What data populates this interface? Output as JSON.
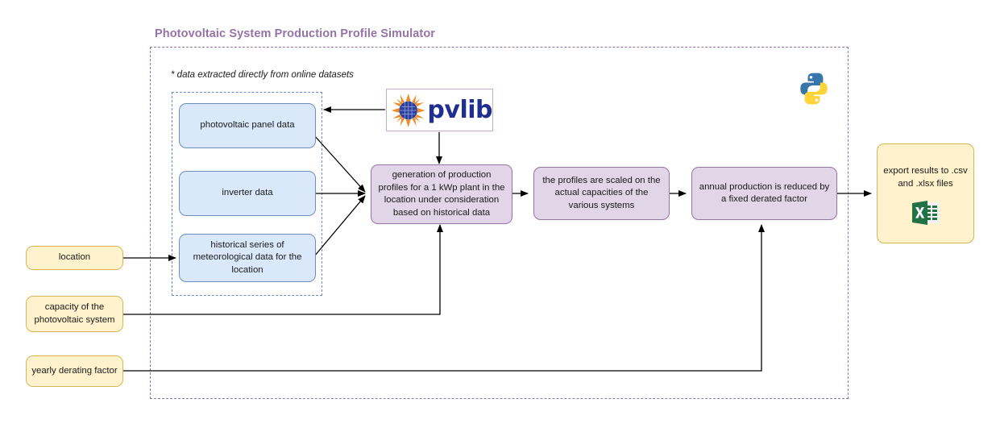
{
  "diagram": {
    "title": "Photovoltaic System Production Profile Simulator",
    "note": "* data extracted directly from online datasets",
    "colors": {
      "title": "#9673a6",
      "outer_boundary": "#9673a6",
      "inner_boundary": "#6c8ebf",
      "data_fill": "#dae8fc",
      "data_border": "#6c8ebf",
      "process_fill": "#e1d5e7",
      "process_border": "#9673a6",
      "input_fill": "#fff2cc",
      "input_border": "#d6b656",
      "excel_green": "#217346",
      "python_blue": "#3776ab",
      "python_yellow": "#ffd43b",
      "pvlib_text": "#1f2f8f",
      "pvlib_sun": "#f08a24"
    }
  },
  "data_sources": [
    {
      "label": "photovoltaic panel data"
    },
    {
      "label": "inverter data"
    },
    {
      "label": "historical series of meteorological data for the location"
    }
  ],
  "inputs": [
    {
      "label": "location"
    },
    {
      "label": "capacity of the photovoltaic system"
    },
    {
      "label": "yearly derating factor"
    }
  ],
  "process_steps": [
    {
      "label": "generation of production profiles for a 1 kWp plant in the location under consideration based on historical data"
    },
    {
      "label": "the profiles are scaled on the actual capacities of the various systems"
    },
    {
      "label": "annual production is reduced by a fixed derated factor"
    }
  ],
  "output": {
    "label": "export results to .csv and .xlsx files"
  },
  "logos": {
    "pvlib": {
      "text": "pvlib",
      "icon": "sun-solar-panel-icon"
    },
    "python": {
      "icon": "python-logo-icon"
    },
    "excel": {
      "icon": "excel-file-icon"
    }
  }
}
